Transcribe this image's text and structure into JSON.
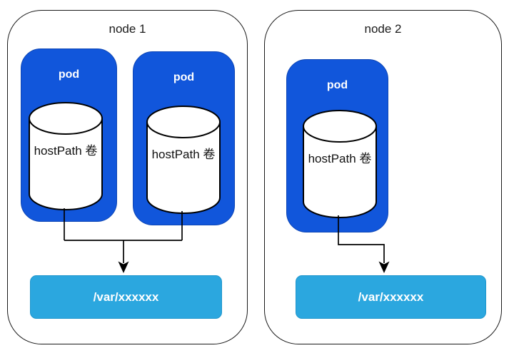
{
  "diagram": {
    "kind": "kubernetes-hostpath-volumes"
  },
  "colors": {
    "pod_fill": "#1156db",
    "host_path_fill": "#2ba7df",
    "node_fill": "#ffffff",
    "node_border": "#1a1a1a",
    "connector": "#000000",
    "cylinder_fill": "#ffffff",
    "pod_label_color": "#ffffff",
    "host_label_color": "#ffffff"
  },
  "nodes": [
    {
      "label": "node 1",
      "pods": [
        {
          "label": "pod",
          "volume_label": "hostPath 卷"
        },
        {
          "label": "pod",
          "volume_label": "hostPath 卷"
        }
      ],
      "host_path_label": "/var/xxxxxx"
    },
    {
      "label": "node 2",
      "pods": [
        {
          "label": "pod",
          "volume_label": "hostPath 卷"
        }
      ],
      "host_path_label": "/var/xxxxxx"
    }
  ]
}
